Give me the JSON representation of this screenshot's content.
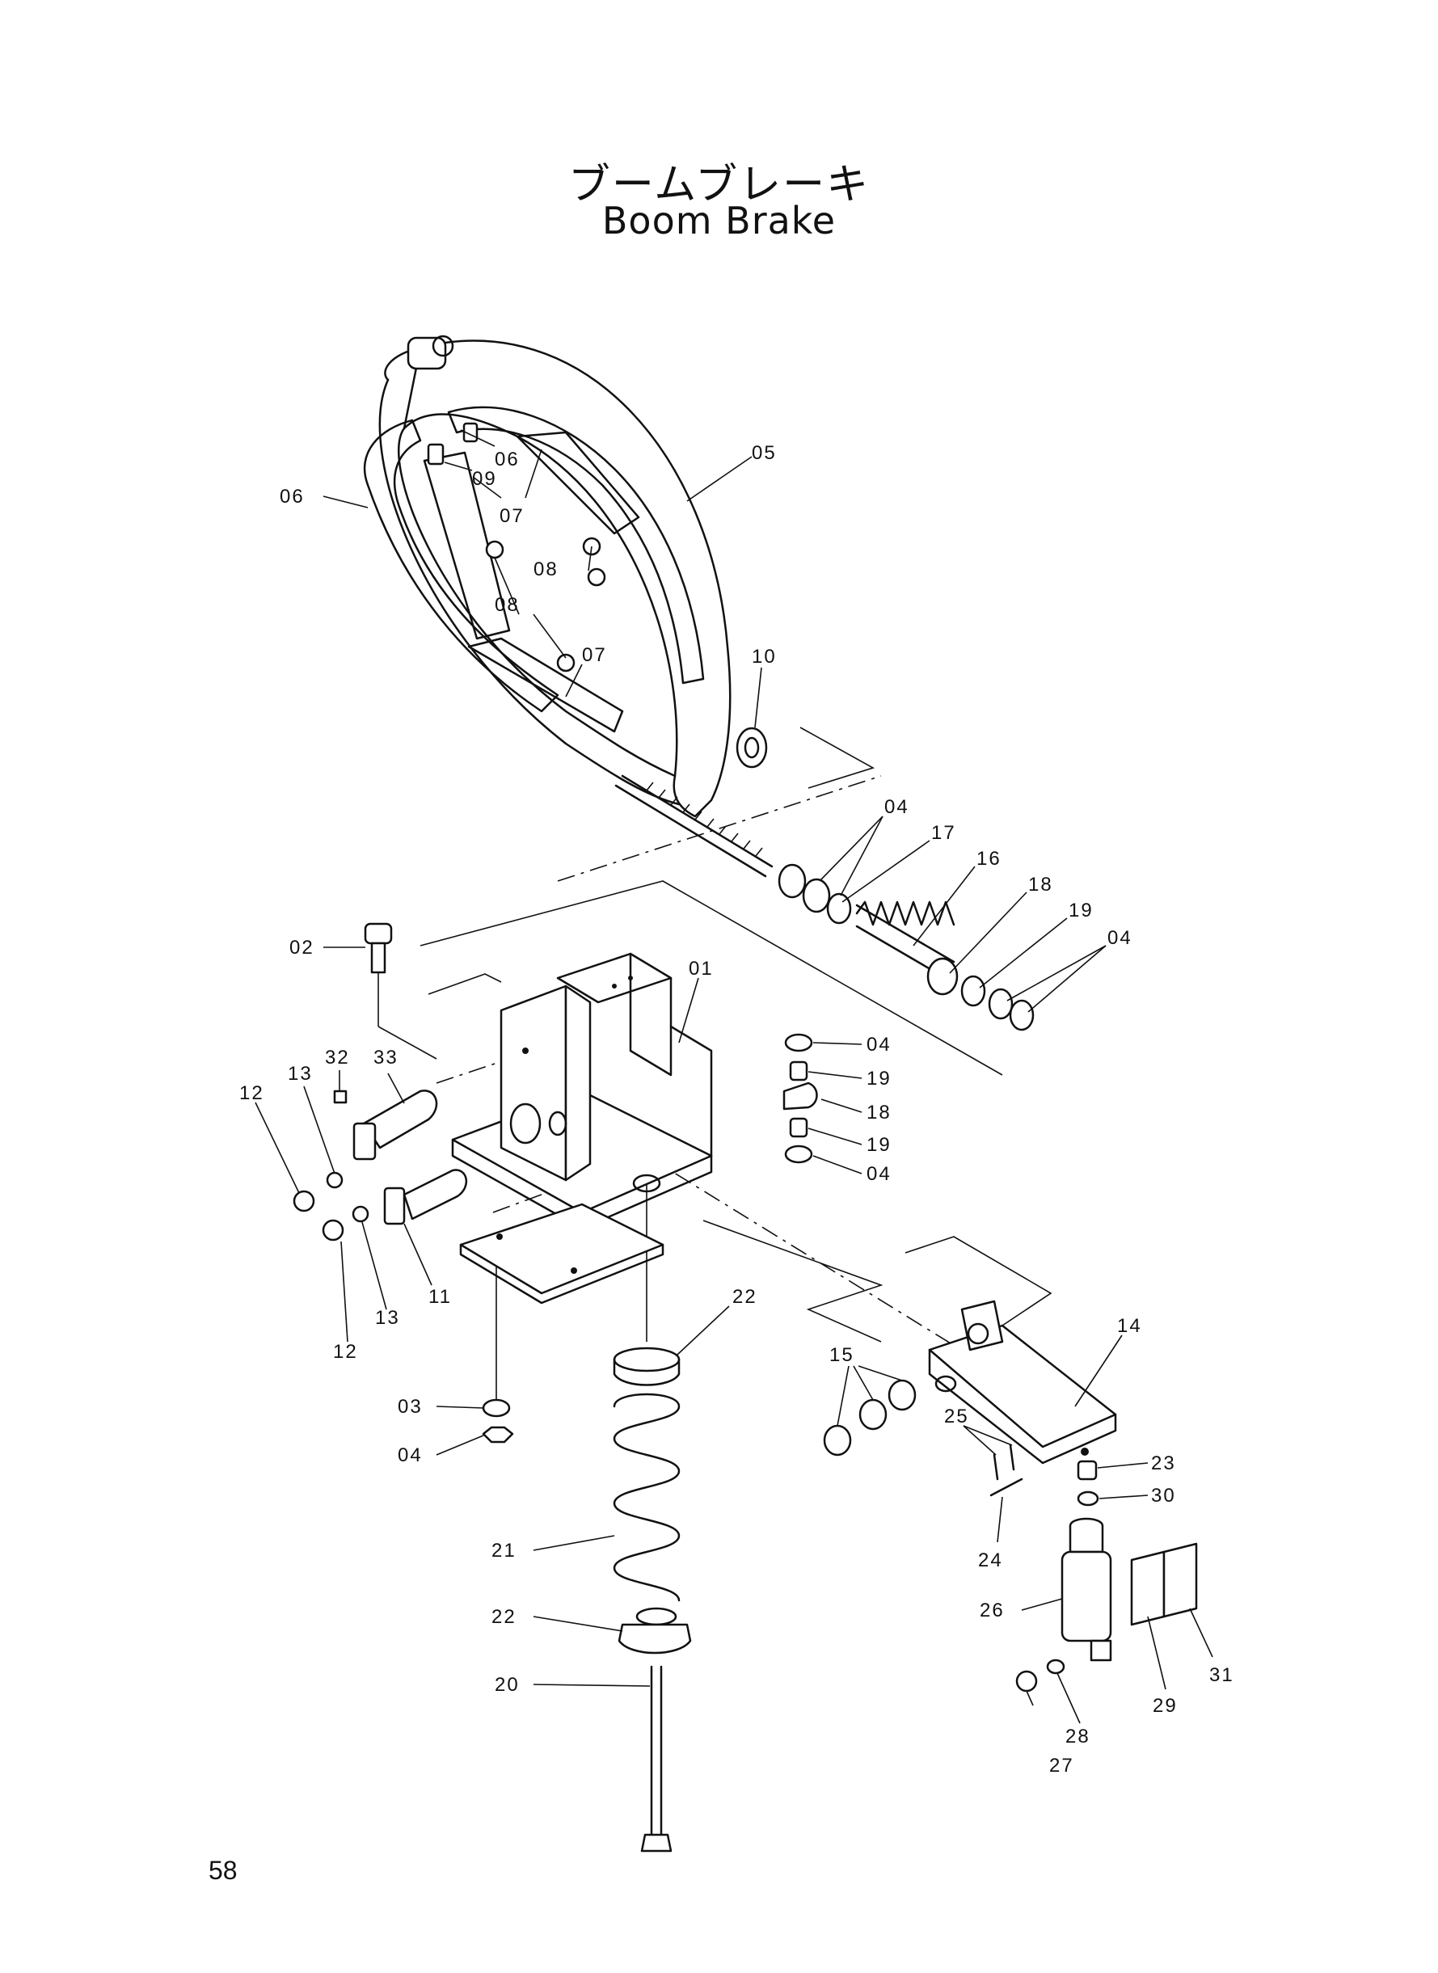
{
  "title": {
    "japanese": "ブームブレーキ",
    "english": "Boom Brake"
  },
  "page_number": "58",
  "callouts": [
    "01",
    "02",
    "03",
    "04",
    "04",
    "04",
    "04",
    "04",
    "05",
    "06",
    "06",
    "07",
    "07",
    "08",
    "08",
    "09",
    "10",
    "11",
    "12",
    "12",
    "13",
    "13",
    "14",
    "15",
    "16",
    "17",
    "18",
    "18",
    "19",
    "19",
    "19",
    "20",
    "21",
    "22",
    "22",
    "23",
    "24",
    "25",
    "26",
    "27",
    "28",
    "29",
    "30",
    "31",
    "32",
    "33"
  ]
}
